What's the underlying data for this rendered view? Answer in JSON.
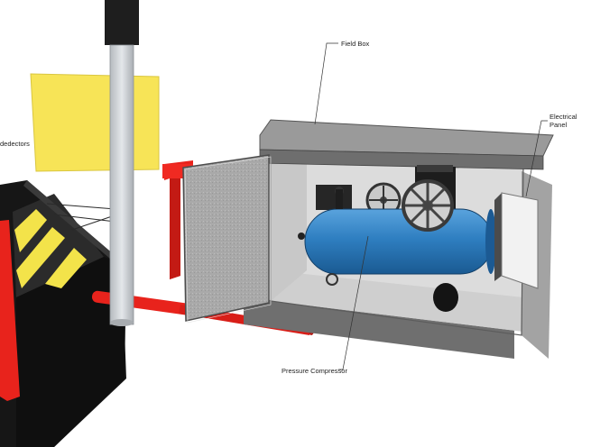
{
  "labels": {
    "field_box": "Field Box",
    "electrical_line1": "Electrical",
    "electrical_line2": "Panel",
    "pressure_compressor": "Pressure Compressor",
    "left_cut": "dedectors"
  },
  "colors": {
    "sign_yellow": "#f7e457",
    "pipe_red": "#e8231c",
    "compressor_blue": "#2f7fc1",
    "box_gray": "#a7a7a7",
    "roof_gray": "#9a9a9a",
    "pole_gray": "#cfd3d6",
    "barrier_black": "#1c1c1c",
    "stripe_yellow": "#f3e34a"
  }
}
